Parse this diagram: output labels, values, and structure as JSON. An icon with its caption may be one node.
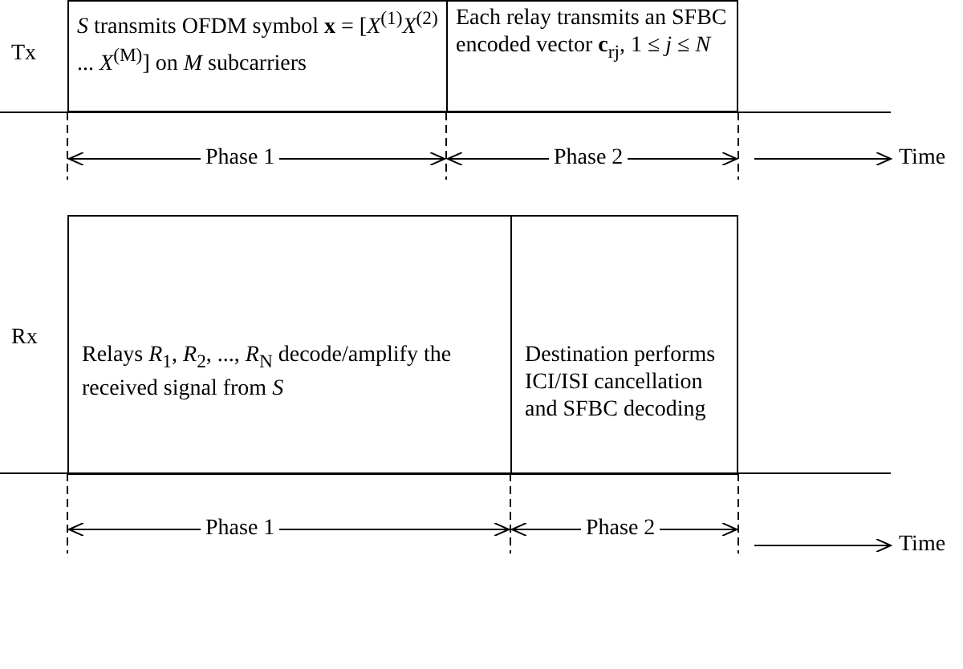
{
  "diagram": {
    "nodes": [
      {
        "text": [
          "*S* transmits OFDM symbol **x** = [*X*$^{(1)}$*X*$^{(2)}$ ... *X*$^{(M)}$] on *M* subcarriers"
        ]
      },
      {
        "text": [
          "Each relay transmits an SFBC encoded vector **c**$_{rj}$, 1 ≤ *j* ≤ *N*"
        ]
      },
      {
        "text": [
          "Relays *R*$_{1}$, *R*$_{2}$, ..., *R*$_{N}$ decode/amplify the received signal from *S*"
        ]
      },
      {
        "text": [
          "Destination performs ICI/ISI cancellation and SFBC decoding"
        ]
      }
    ],
    "labels": [
      "Tx",
      "Phase 1",
      "Phase 2",
      "Time",
      "Rx",
      "Phase 1",
      "Phase 2",
      "Time"
    ]
  }
}
